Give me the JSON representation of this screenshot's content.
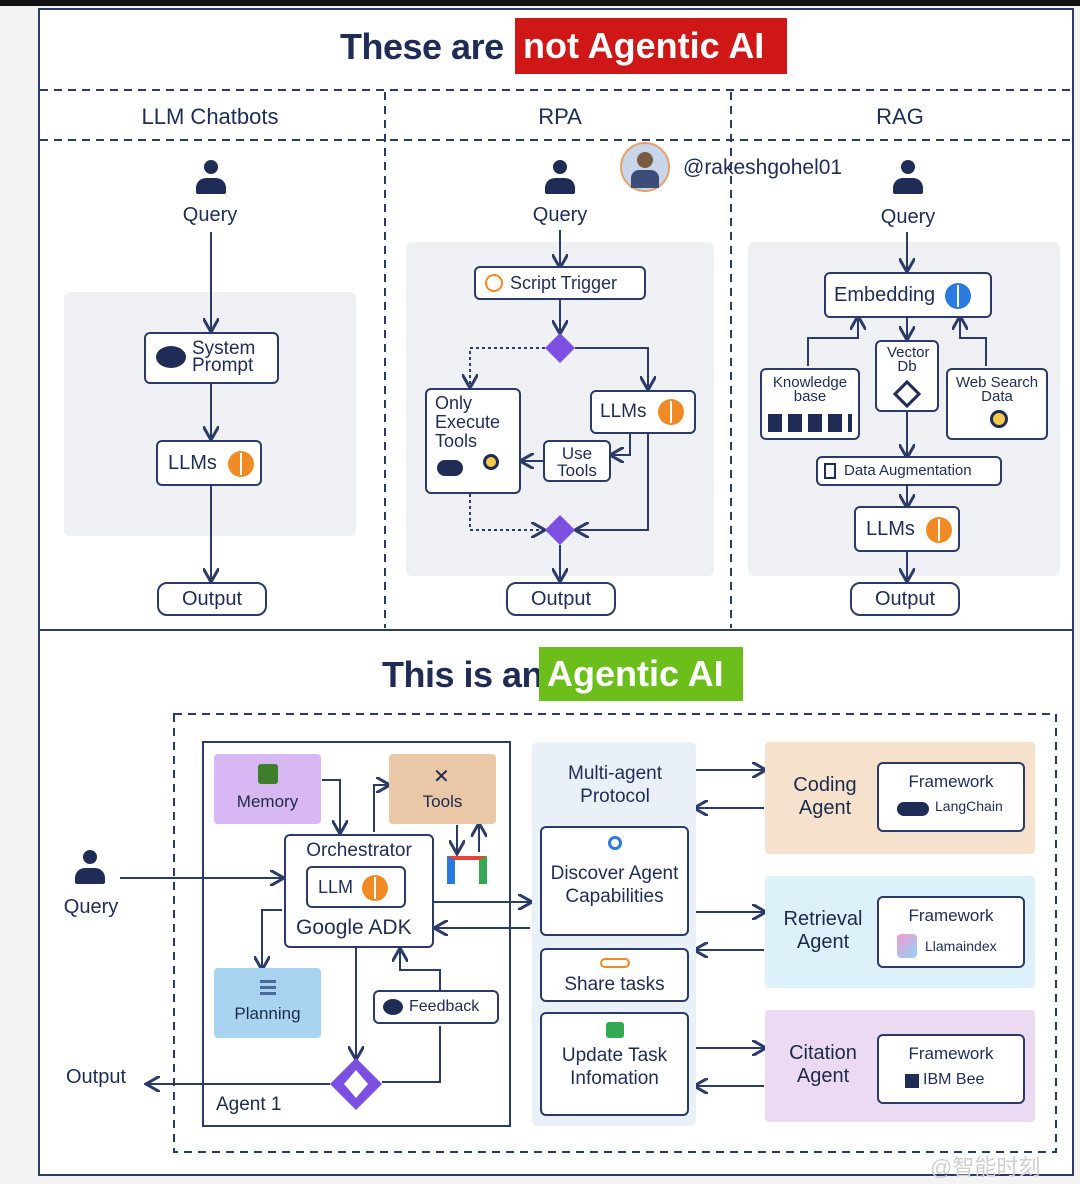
{
  "top": {
    "title_prefix": "These are",
    "title_highlight": "not Agentic AI",
    "columns": [
      "LLM Chatbots",
      "RPA",
      "RAG"
    ],
    "handle": "@rakeshgohel01"
  },
  "chatbot": {
    "query": "Query",
    "system_prompt": "System Prompt",
    "llms": "LLMs",
    "output": "Output"
  },
  "rpa": {
    "query": "Query",
    "script_trigger": "Script Trigger",
    "only_execute_tools": "Only Execute Tools",
    "llms": "LLMs",
    "use_tools": "Use Tools",
    "output": "Output"
  },
  "rag": {
    "query": "Query",
    "embedding": "Embedding",
    "knowledge_base": "Knowledge base",
    "vector_db": "Vector Db",
    "web_search_data": "Web Search Data",
    "data_augmentation": "Data Augmentation",
    "llms": "LLMs",
    "output": "Output"
  },
  "bottom": {
    "title_prefix": "This is an",
    "title_highlight": "Agentic AI",
    "query": "Query",
    "output": "Output",
    "memory": "Memory",
    "tools": "Tools",
    "orchestrator": "Orchestrator",
    "llm": "LLM",
    "google_adk": "Google ADK",
    "planning": "Planning",
    "feedback": "Feedback",
    "agent_label": "Agent 1",
    "protocol": "Multi-agent Protocol",
    "discover": "Discover Agent Capabilities",
    "share": "Share tasks",
    "update": "Update Task Infomation",
    "agents": [
      {
        "name": "Coding Agent",
        "framework": "Framework",
        "tool": "LangChain",
        "color": "#f6e2cc"
      },
      {
        "name": "Retrieval Agent",
        "framework": "Framework",
        "tool": "Llamaindex",
        "color": "#ddf1fa"
      },
      {
        "name": "Citation Agent",
        "framework": "Framework",
        "tool": "IBM Bee",
        "color": "#ecdaf3"
      }
    ],
    "watermark": "@智能时刻"
  },
  "colors": {
    "navy": "#1f2c55",
    "red": "#d01717",
    "green": "#6cbf1b",
    "memory": "#d8b8f2",
    "tools": "#eac7a6",
    "planning": "#a8d4f1"
  }
}
